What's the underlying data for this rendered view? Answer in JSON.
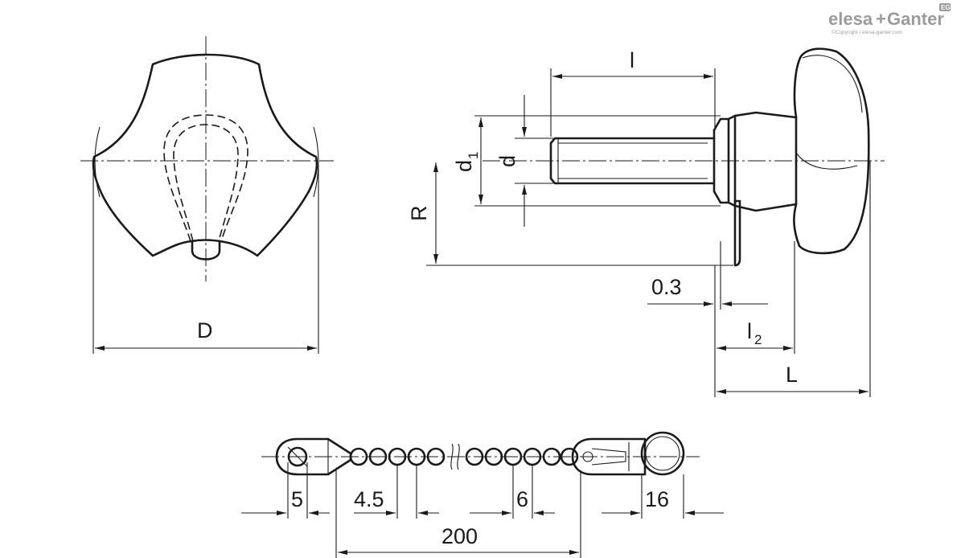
{
  "brand": {
    "name_part1": "elesa",
    "plus": "+",
    "name_part2": "Ganter",
    "badge": "EG",
    "copyright": "©Copyright | elesa-ganter.com",
    "color": "#9b9b9b"
  },
  "dimensions": {
    "D": "D",
    "l": "l",
    "d1_main": "d",
    "d1_sub": "1",
    "d": "d",
    "R": "R",
    "offset": "0.3",
    "l2_main": "l",
    "l2_sub": "2",
    "L": "L"
  },
  "chain_dimensions": {
    "eye_hole": "5",
    "ball_dia": "4.5",
    "ball_pitch": "6",
    "ring_dia": "16",
    "total_length": "200"
  }
}
